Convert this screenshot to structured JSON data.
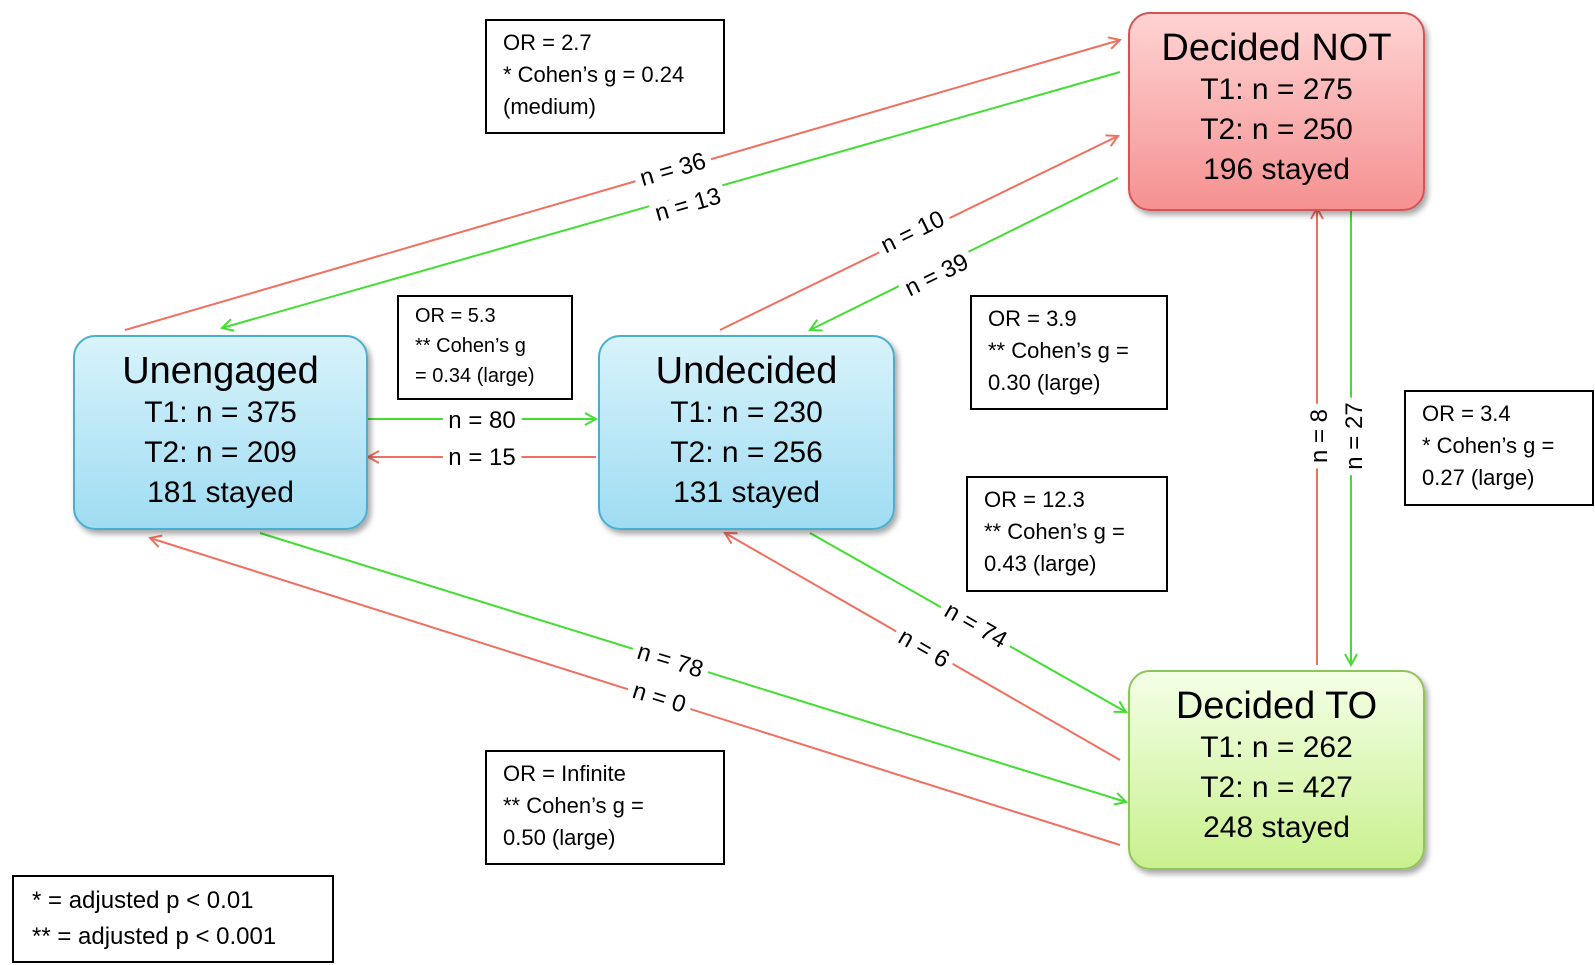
{
  "nodes": {
    "unengaged": {
      "title": "Unengaged",
      "t1": "T1: n = 375",
      "t2": "T2: n = 209",
      "stayed": "181 stayed"
    },
    "undecided": {
      "title": "Undecided",
      "t1": "T1: n = 230",
      "t2": "T2: n = 256",
      "stayed": "131 stayed"
    },
    "decided_not": {
      "title": "Decided NOT",
      "t1": "T1: n = 275",
      "t2": "T2: n = 250",
      "stayed": "196 stayed"
    },
    "decided_to": {
      "title": "Decided TO",
      "t1": "T1: n = 262",
      "t2": "T2: n = 427",
      "stayed": "248 stayed"
    }
  },
  "edge_labels": {
    "n36": "n = 36",
    "n13": "n = 13",
    "n10": "n = 10",
    "n39": "n = 39",
    "n80": "n = 80",
    "n15": "n = 15",
    "n8": "n = 8",
    "n27": "n = 27",
    "n74": "n = 74",
    "n6": "n = 6",
    "n78": "n = 78",
    "n0": "n = 0"
  },
  "stat_boxes": {
    "unengaged_decided_not": [
      "OR = 2.7",
      "* Cohen’s g = 0.24",
      "(medium)"
    ],
    "unengaged_undecided": [
      "OR = 5.3",
      "** Cohen’s g",
      "= 0.34 (large)"
    ],
    "undecided_decided_not": [
      "OR = 3.9",
      "** Cohen’s g =",
      "0.30 (large)"
    ],
    "decided_not_decided_to": [
      "OR = 3.4",
      "* Cohen’s g =",
      "0.27 (large)"
    ],
    "undecided_decided_to": [
      "OR = 12.3",
      "** Cohen’s g =",
      "0.43 (large)"
    ],
    "unengaged_decided_to": [
      "OR = Infinite",
      "**  Cohen’s g =",
      "0.50 (large)"
    ]
  },
  "legend": [
    "* = adjusted p < 0.01",
    "** = adjusted  p < 0.001"
  ],
  "colors": {
    "arrow_toward_not": "#f07060",
    "arrow_toward_to": "#44dd33",
    "box_engagement": "#9fdcf2",
    "box_decided_not": "#f59191",
    "box_decided_to": "#c9f08f"
  }
}
